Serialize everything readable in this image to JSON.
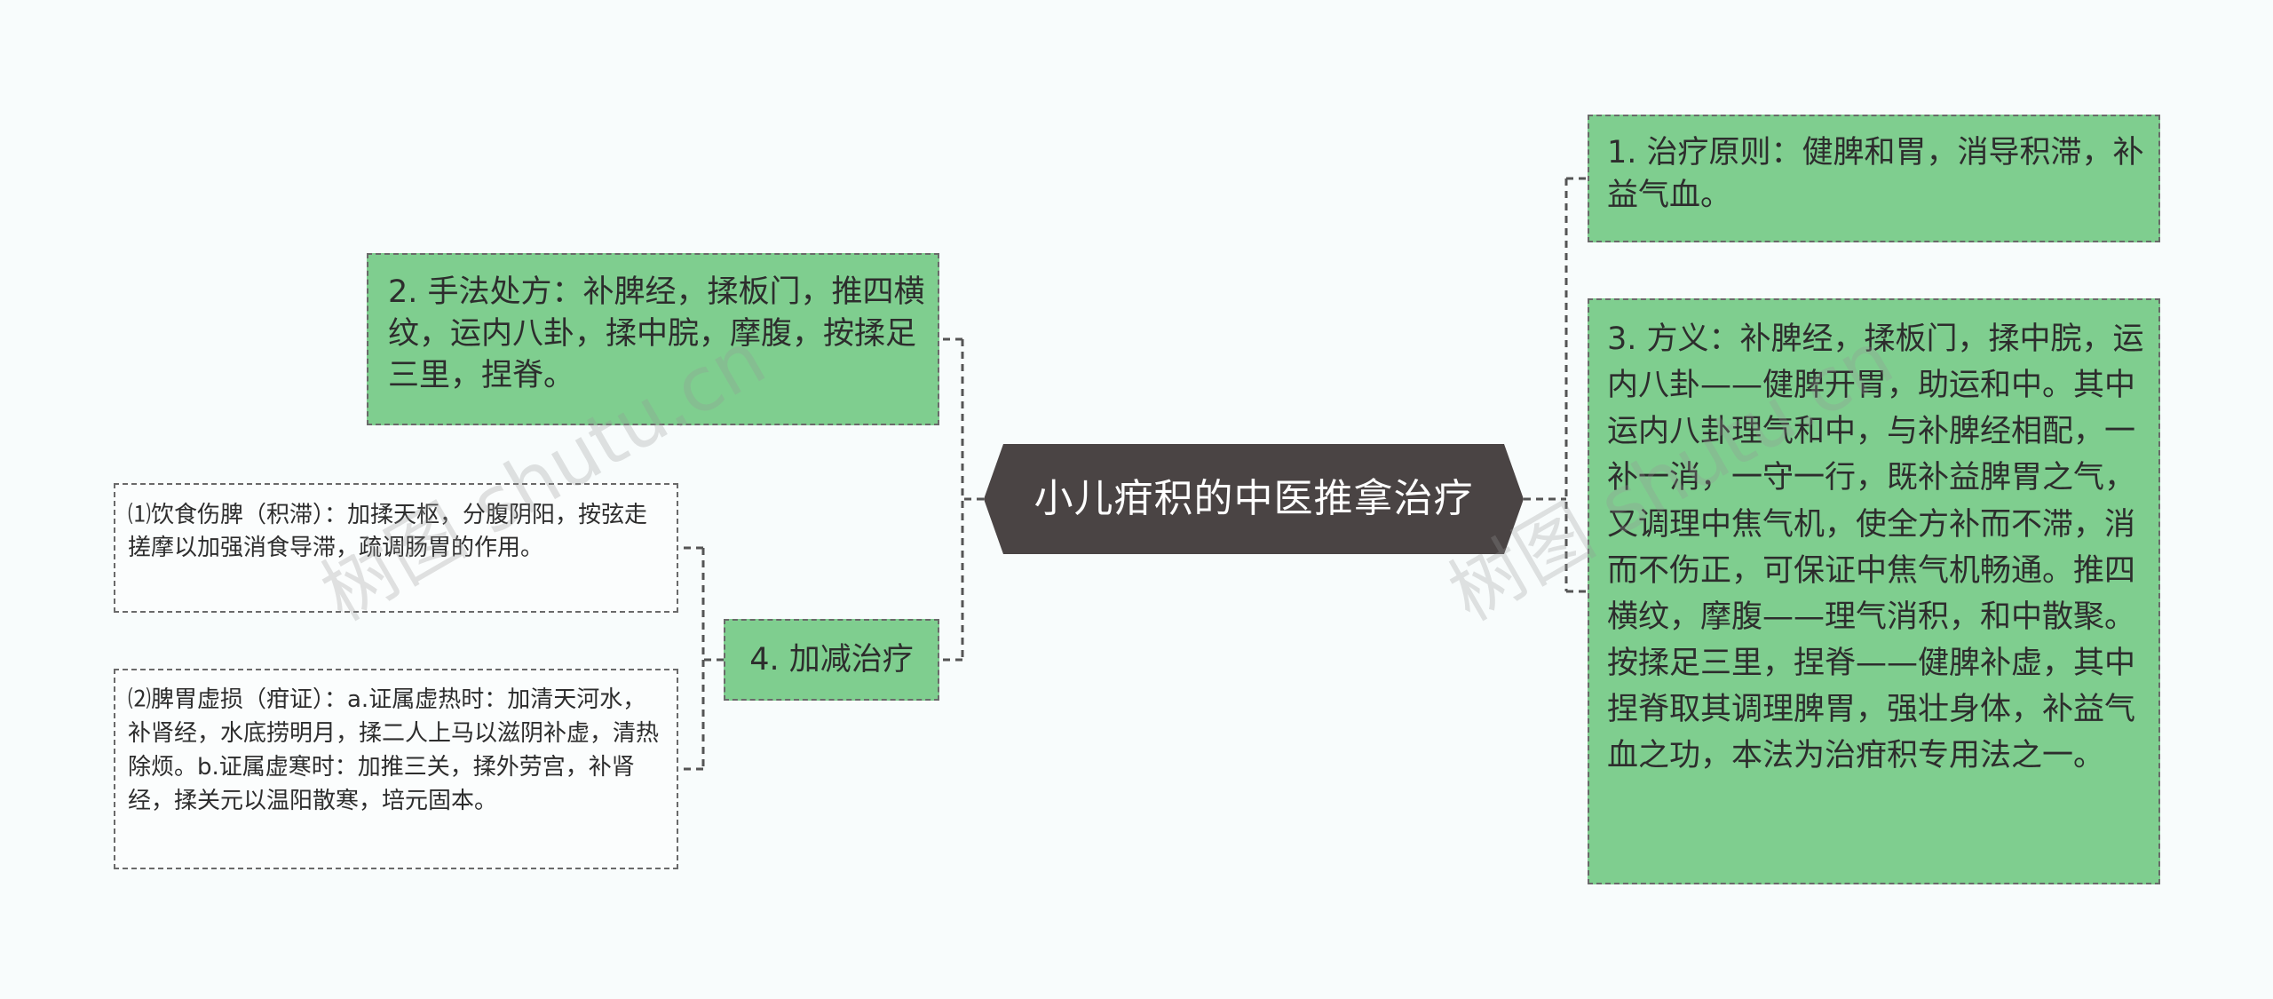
{
  "mindmap": {
    "center": {
      "label": "小儿疳积的中医推拿治疗"
    },
    "left": [
      {
        "text": "2. 手法处方：补脾经，揉板门，推四横纹，运内八卦，揉中脘，摩腹，按揉足三里，捏脊。"
      },
      {
        "text": "4. 加减治疗",
        "children": [
          {
            "text": "⑴饮食伤脾（积滞）：加揉天枢，分腹阴阳，按弦走搓摩以加强消食导滞，疏调肠胃的作用。"
          },
          {
            "text": "⑵脾胃虚损（疳证）：a.证属虚热时：加清天河水，补肾经，水底捞明月，揉二人上马以滋阴补虚，清热除烦。b.证属虚寒时：加推三关，揉外劳宫，补肾经，揉关元以温阳散寒，培元固本。"
          }
        ]
      }
    ],
    "right": [
      {
        "text": "1. 治疗原则：健脾和胃，消导积滞，补益气血。"
      },
      {
        "text": "3. 方义：补脾经，揉板门，揉中脘，运内八卦——健脾开胃，助运和中。其中运内八卦理气和中，与补脾经相配，一补一消，一守一行，既补益脾胃之气，又调理中焦气机，使全方补而不滞，消而不伤正，可保证中焦气机畅通。推四横纹，摩腹——理气消积，和中散聚。按揉足三里，捏脊——健脾补虚，其中捏脊取其调理脾胃，强壮身体，补益气血之功，本法为治疳积专用法之一。"
      }
    ]
  },
  "watermarks": [
    "树图 shutu.cn",
    "树图 shutu.cn"
  ],
  "colors": {
    "center_fill": "#4a4444",
    "node_green": "#7fce8f",
    "connector": "#555555",
    "background": "#f8fcfc"
  }
}
